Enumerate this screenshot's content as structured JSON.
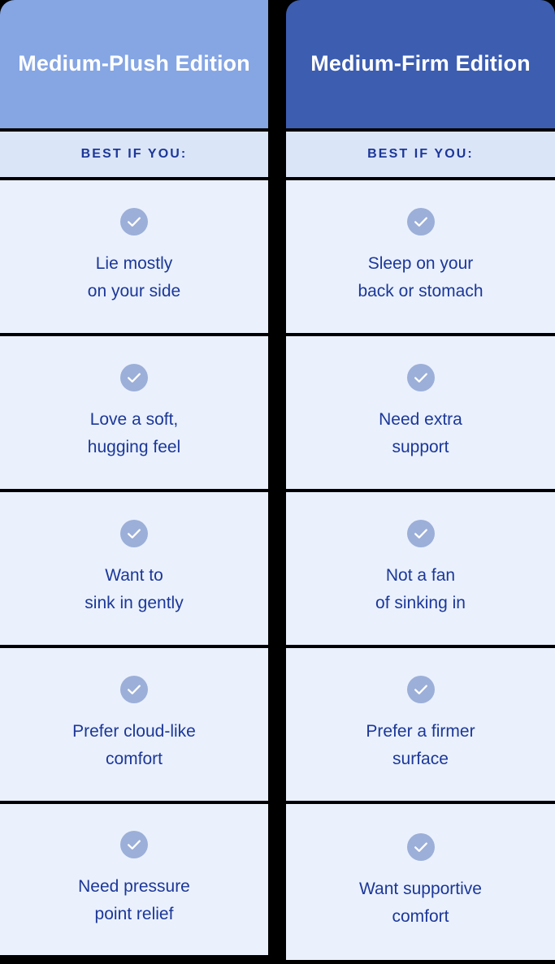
{
  "colors": {
    "plush_header_bg": "#85a5e3",
    "firm_header_bg": "#3c5db0",
    "band_bg": "#dbe5f8",
    "cell_bg": "#eaf1fd",
    "text_navy": "#1c3798",
    "check_circle": "#9cafd8",
    "check_mark": "#ffffff",
    "divider": "#000000"
  },
  "columns": [
    {
      "title": "Medium-Plush\nEdition",
      "band_label": "BEST IF YOU:",
      "icon": "check-circle-icon",
      "rows": [
        {
          "text": "Lie mostly\non your side"
        },
        {
          "text": "Love a soft,\nhugging feel"
        },
        {
          "text": "Want to\nsink in gently"
        },
        {
          "text": "Prefer cloud-like\ncomfort"
        },
        {
          "text": "Need pressure\npoint relief"
        }
      ]
    },
    {
      "title": "Medium-Firm\nEdition",
      "band_label": "BEST IF YOU:",
      "icon": "check-circle-icon",
      "rows": [
        {
          "text": "Sleep on your\nback or stomach"
        },
        {
          "text": "Need extra\nsupport"
        },
        {
          "text": "Not a fan\nof sinking in"
        },
        {
          "text": "Prefer a firmer\nsurface"
        },
        {
          "text": "Want supportive\ncomfort"
        }
      ]
    }
  ]
}
